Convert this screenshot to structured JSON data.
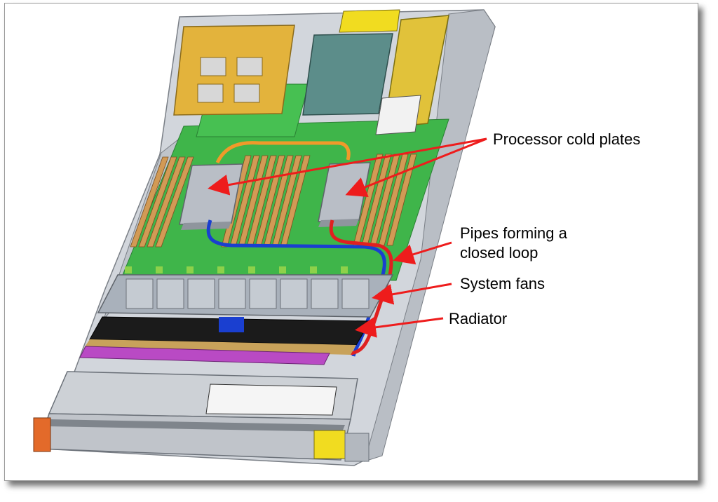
{
  "figure": {
    "labels": {
      "cold_plates": "Processor cold plates",
      "pipes_line1": "Pipes forming a",
      "pipes_line2": "closed loop",
      "fans": "System fans",
      "radiator": "Radiator"
    },
    "colors": {
      "arrow": "#ee1c1c",
      "chassis": "#cfd3d9",
      "board": "#3fb54a",
      "fan": "#a9b1bb",
      "radiator": "#1b1b1b",
      "cold_plate": "#b9bec6",
      "riser": "#e3b33c",
      "pipe_red": "#e02020",
      "pipe_blue": "#1a3fd0",
      "pipe_orange": "#f09a2a",
      "rail_magenta": "#b94ac4",
      "drive_yellow": "#f1dc20",
      "handle_orange": "#e36a2a"
    }
  }
}
